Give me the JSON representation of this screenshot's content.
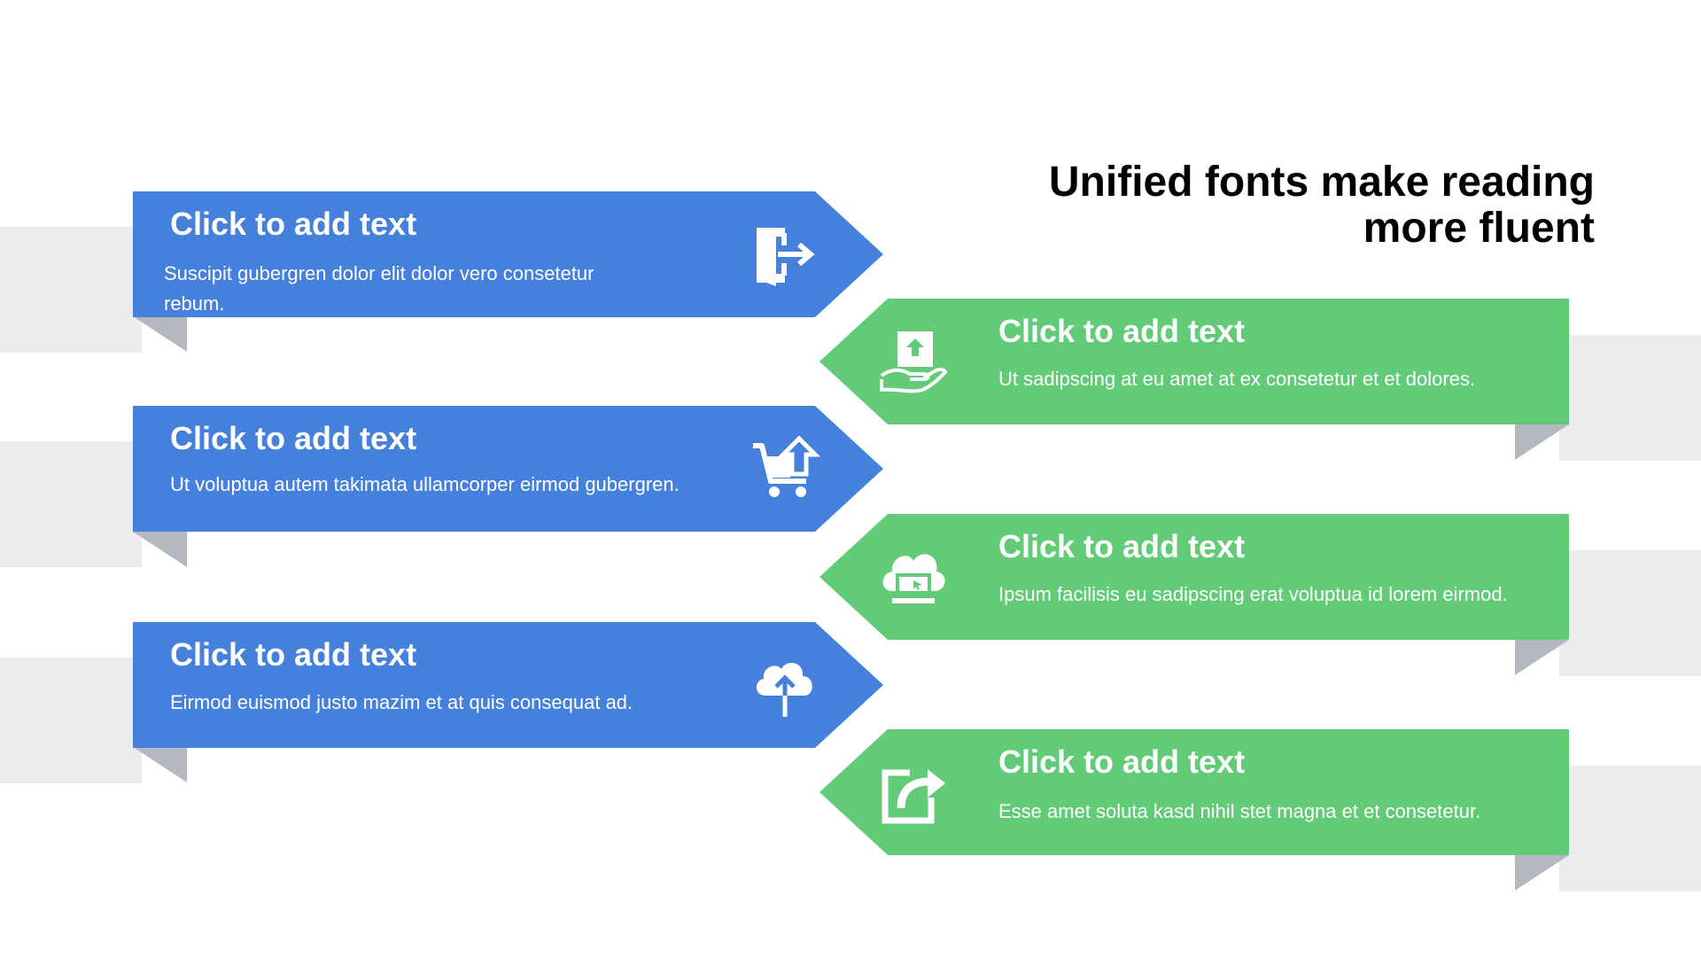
{
  "title": {
    "line1": "Unified fonts make reading",
    "line2": "more fluent"
  },
  "colors": {
    "blue": "#4580dd",
    "green": "#61cb78",
    "band": "#ececee",
    "fold": "#b4b8c0"
  },
  "items": [
    {
      "heading": "Click to add text",
      "text": "Suscipit gubergren dolor elit dolor vero consetetur rebum.",
      "icon": "exit-door-icon",
      "color": "blue"
    },
    {
      "heading": "Click to add text",
      "text": "Ut sadipscing at eu amet at ex consetetur et et dolores.",
      "icon": "hand-upload-icon",
      "color": "green"
    },
    {
      "heading": "Click to add text",
      "text": "Ut voluptua autem takimata ullamcorper eirmod gubergren.",
      "icon": "cart-upload-icon",
      "color": "blue"
    },
    {
      "heading": "Click to add text",
      "text": "Ipsum facilisis eu sadipscing erat voluptua id lorem eirmod.",
      "icon": "cloud-laptop-icon",
      "color": "green"
    },
    {
      "heading": "Click to add text",
      "text": "Eirmod euismod justo mazim et at quis consequat ad.",
      "icon": "cloud-upload-icon",
      "color": "blue"
    },
    {
      "heading": "Click to add text",
      "text": "Esse amet soluta kasd nihil stet magna et et consetetur.",
      "icon": "share-export-icon",
      "color": "green"
    }
  ]
}
